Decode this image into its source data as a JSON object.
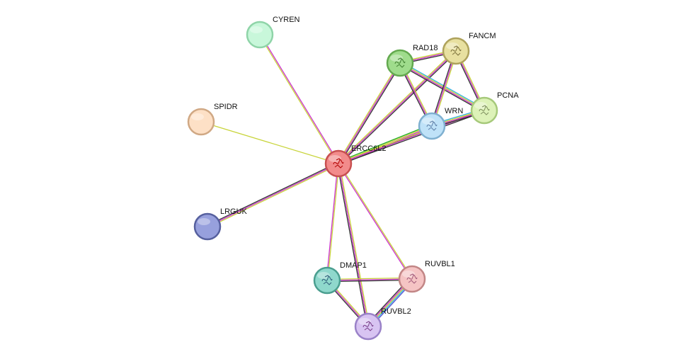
{
  "network": {
    "center": "ERCC6L2",
    "nodes": [
      {
        "id": "ERCC6L2",
        "label": "ERCC6L2",
        "fill": "#f28b8b",
        "stroke": "#c85050",
        "has_structure": true,
        "glyph": "#b00000"
      },
      {
        "id": "CYREN",
        "label": "CYREN",
        "fill": "#c8f7da",
        "stroke": "#8fd4a8",
        "has_structure": false
      },
      {
        "id": "SPIDR",
        "label": "SPIDR",
        "fill": "#fde0c6",
        "stroke": "#d0a884",
        "has_structure": false
      },
      {
        "id": "LRGUK",
        "label": "LRGUK",
        "fill": "#97a0dd",
        "stroke": "#56609e",
        "has_structure": false
      },
      {
        "id": "RAD18",
        "label": "RAD18",
        "fill": "#9fdc8c",
        "stroke": "#63a94f",
        "has_structure": true,
        "glyph": "#3f7f30"
      },
      {
        "id": "FANCM",
        "label": "FANCM",
        "fill": "#e8e0a0",
        "stroke": "#aea25c",
        "has_structure": true,
        "glyph": "#7a6f3a"
      },
      {
        "id": "PCNA",
        "label": "PCNA",
        "fill": "#ddf2b8",
        "stroke": "#a6c97a",
        "has_structure": true,
        "glyph": "#7e8f5e"
      },
      {
        "id": "WRN",
        "label": "WRN",
        "fill": "#bfe2f8",
        "stroke": "#7fb0d0",
        "has_structure": true,
        "glyph": "#5d7fa8"
      },
      {
        "id": "DMAP1",
        "label": "DMAP1",
        "fill": "#8fd8cc",
        "stroke": "#4a9e8f",
        "has_structure": true,
        "glyph": "#2f5e7a"
      },
      {
        "id": "RUVBL1",
        "label": "RUVBL1",
        "fill": "#f5c4c4",
        "stroke": "#c28686",
        "has_structure": true,
        "glyph": "#a25a7a"
      },
      {
        "id": "RUVBL2",
        "label": "RUVBL2",
        "fill": "#d8c4f2",
        "stroke": "#9a82c8",
        "has_structure": true,
        "glyph": "#7a3f8a"
      }
    ],
    "evidence_colors": {
      "textmining": "#c8d43a",
      "experiments": "#cc33cc",
      "coexpression": "#333333",
      "databases": "#33b0e0",
      "homology": "#5050d0",
      "neighborhood": "#22aa22"
    },
    "edges": [
      {
        "source": "ERCC6L2",
        "target": "CYREN",
        "evidence": [
          "textmining",
          "experiments"
        ]
      },
      {
        "source": "ERCC6L2",
        "target": "SPIDR",
        "evidence": [
          "textmining"
        ]
      },
      {
        "source": "ERCC6L2",
        "target": "LRGUK",
        "evidence": [
          "textmining",
          "experiments",
          "coexpression"
        ]
      },
      {
        "source": "ERCC6L2",
        "target": "RAD18",
        "evidence": [
          "textmining",
          "experiments",
          "coexpression"
        ]
      },
      {
        "source": "ERCC6L2",
        "target": "FANCM",
        "evidence": [
          "textmining",
          "experiments",
          "coexpression"
        ]
      },
      {
        "source": "ERCC6L2",
        "target": "WRN",
        "evidence": [
          "neighborhood",
          "textmining",
          "experiments",
          "coexpression"
        ]
      },
      {
        "source": "ERCC6L2",
        "target": "PCNA",
        "evidence": [
          "textmining",
          "experiments",
          "coexpression"
        ]
      },
      {
        "source": "ERCC6L2",
        "target": "DMAP1",
        "evidence": [
          "textmining",
          "experiments"
        ]
      },
      {
        "source": "ERCC6L2",
        "target": "RUVBL1",
        "evidence": [
          "textmining",
          "experiments"
        ]
      },
      {
        "source": "ERCC6L2",
        "target": "RUVBL2",
        "evidence": [
          "textmining",
          "experiments",
          "coexpression"
        ]
      },
      {
        "source": "RAD18",
        "target": "FANCM",
        "evidence": [
          "textmining",
          "experiments",
          "coexpression"
        ]
      },
      {
        "source": "RAD18",
        "target": "WRN",
        "evidence": [
          "textmining",
          "experiments",
          "coexpression"
        ]
      },
      {
        "source": "RAD18",
        "target": "PCNA",
        "evidence": [
          "databases",
          "textmining",
          "experiments",
          "coexpression"
        ]
      },
      {
        "source": "FANCM",
        "target": "WRN",
        "evidence": [
          "textmining",
          "experiments",
          "coexpression"
        ]
      },
      {
        "source": "FANCM",
        "target": "PCNA",
        "evidence": [
          "textmining",
          "experiments",
          "coexpression"
        ]
      },
      {
        "source": "WRN",
        "target": "PCNA",
        "evidence": [
          "databases",
          "textmining",
          "experiments",
          "coexpression"
        ]
      },
      {
        "source": "DMAP1",
        "target": "RUVBL1",
        "evidence": [
          "textmining",
          "experiments",
          "coexpression"
        ]
      },
      {
        "source": "DMAP1",
        "target": "RUVBL2",
        "evidence": [
          "textmining",
          "experiments",
          "coexpression"
        ]
      },
      {
        "source": "RUVBL1",
        "target": "RUVBL2",
        "evidence": [
          "homology",
          "databases",
          "textmining",
          "experiments",
          "coexpression"
        ]
      }
    ]
  }
}
